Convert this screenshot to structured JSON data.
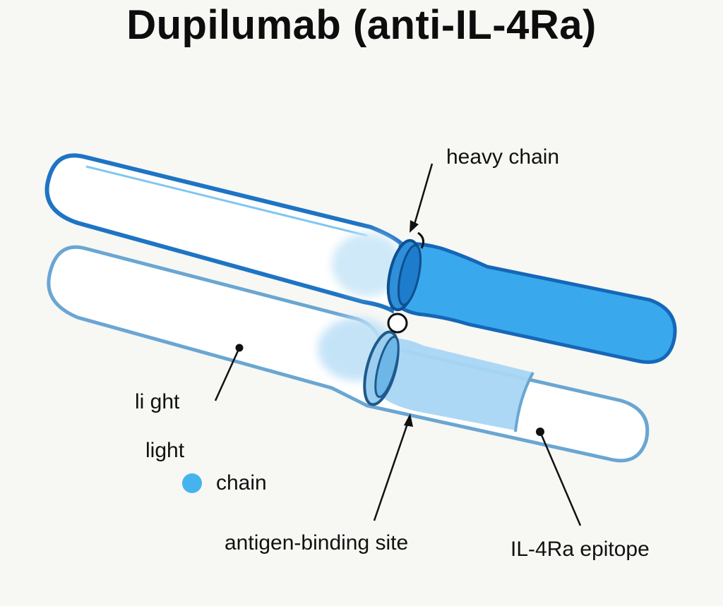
{
  "title": "Dupilumab (anti-IL-4Ra)",
  "labels": {
    "heavy_chain": "heavy chain",
    "light_top": "li ght",
    "light_bottom": "light",
    "chain": "chain",
    "antigen_binding_site": "antigen-binding site",
    "epitope": "IL-4Ra epitope"
  },
  "colors": {
    "heavy_fill": "#3aa8ec",
    "heavy_outline": "#1567b8",
    "light_outline": "#6aa6d2",
    "light_fill": "#bfe1f7",
    "legend_dot": "#45b4ee"
  }
}
